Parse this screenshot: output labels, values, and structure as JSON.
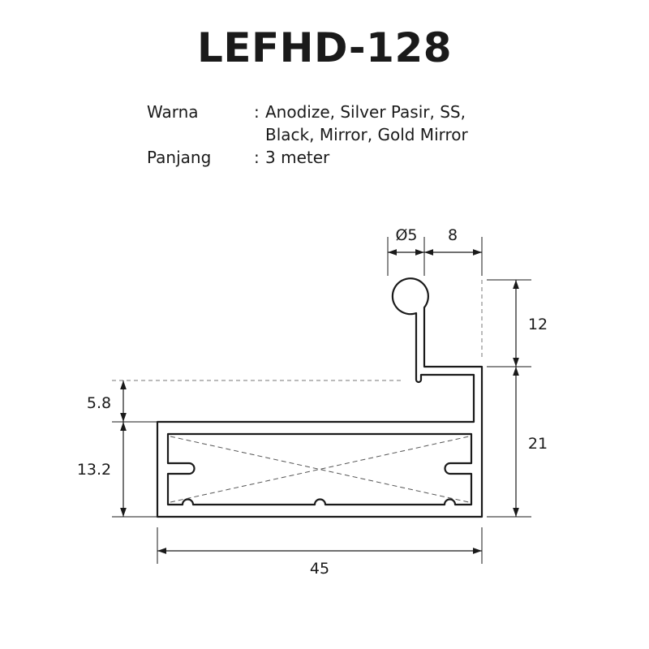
{
  "title": "LEFHD-128",
  "specs": {
    "rows": [
      {
        "label": "Warna",
        "colon": ":",
        "value_line1": "Anodize, Silver Pasir, SS,",
        "value_line2": "Black, Mirror, Gold Mirror"
      },
      {
        "label": "Panjang",
        "colon": ":",
        "value_line1": "3 meter",
        "value_line2": ""
      }
    ]
  },
  "dimensions": {
    "diameter": "Ø5",
    "hook_offset": "8",
    "hook_height": "12",
    "right_height": "21",
    "step_height": "5.8",
    "body_height": "13.2",
    "total_width": "45"
  },
  "colors": {
    "line": "#1a1a1a",
    "dashed": "#777777",
    "background": "#ffffff"
  }
}
